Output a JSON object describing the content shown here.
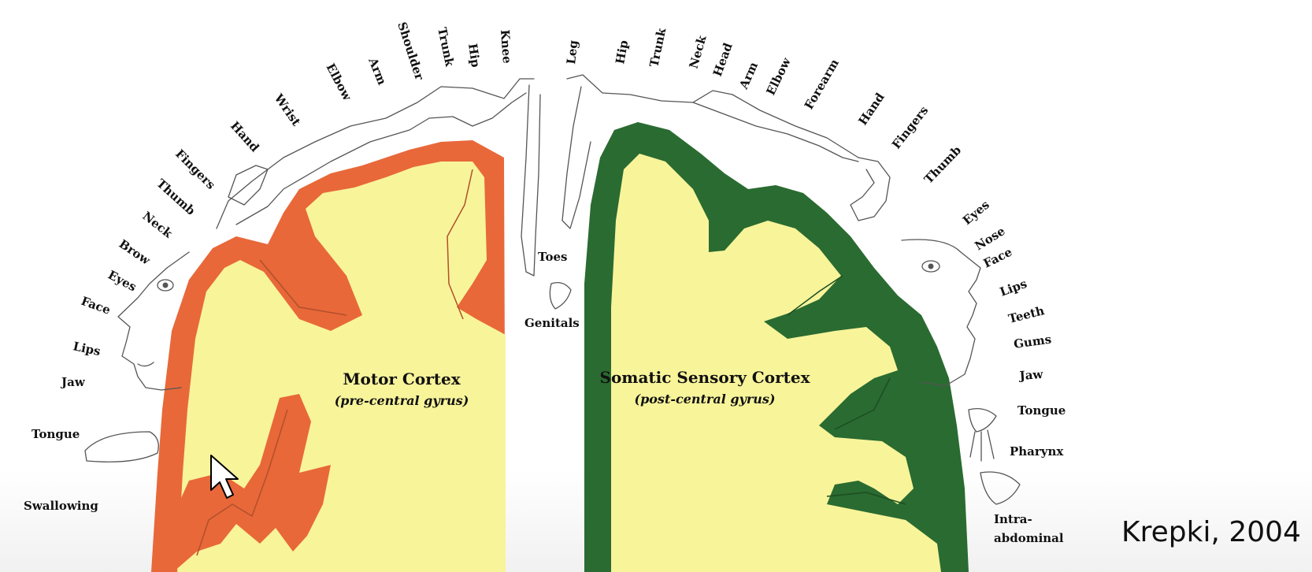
{
  "motor": {
    "title": "Motor Cortex",
    "subtitle": "(pre-central gyrus)",
    "labels": [
      "Swallowing",
      "Tongue",
      "Jaw",
      "Lips",
      "Face",
      "Eyes",
      "Brow",
      "Neck",
      "Thumb",
      "Fingers",
      "Hand",
      "Wrist",
      "Elbow",
      "Arm",
      "Shoulder",
      "Trunk",
      "Hip",
      "Knee"
    ],
    "cortex_color": "#e8683a",
    "interior_color": "#f8f49a"
  },
  "sensory": {
    "title": "Somatic Sensory Cortex",
    "subtitle": "(post-central gyrus)",
    "labels": [
      "Toes",
      "Genitals",
      "Leg",
      "Hip",
      "Trunk",
      "Neck",
      "Head",
      "Arm",
      "Elbow",
      "Forearm",
      "Hand",
      "Fingers",
      "Thumb",
      "Eyes",
      "Nose",
      "Face",
      "Lips",
      "Teeth",
      "Gums",
      "Jaw",
      "Tongue",
      "Pharynx",
      "Intra-",
      "abdominal"
    ],
    "cortex_color": "#2a6b31",
    "interior_color": "#f8f49a"
  },
  "citation": "Krepki, 2004"
}
